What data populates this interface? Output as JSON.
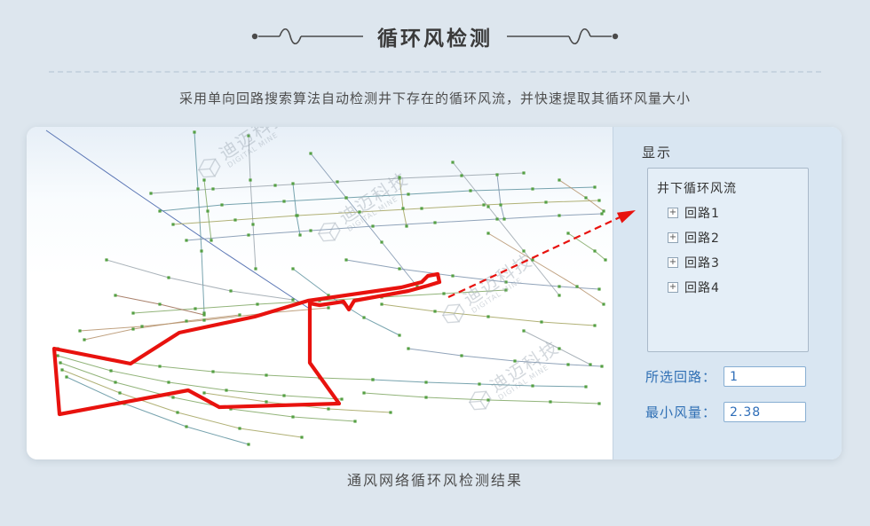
{
  "header": {
    "title": "循环风检测",
    "subtitle": "采用单向回路搜索算法自动检测井下存在的循环风流，并快速提取其循环风量大小"
  },
  "watermark": {
    "cn": "迪迈科技",
    "en": "DIGITAL MINE"
  },
  "display_panel": {
    "title": "显示",
    "tree": {
      "root_label": "井下循环风流",
      "expander_glyph": "+",
      "items": [
        {
          "label": "回路1"
        },
        {
          "label": "回路2"
        },
        {
          "label": "回路3"
        },
        {
          "label": "回路4"
        }
      ]
    },
    "selected_loop": {
      "label": "所选回路：",
      "value": "1"
    },
    "min_airflow": {
      "label": "最小风量：",
      "value": "2.38"
    }
  },
  "footer": {
    "caption": "通风网络循环风检测结果"
  },
  "colors": {
    "loop_highlight": "#e8120e",
    "label_blue": "#2f6fb4"
  }
}
